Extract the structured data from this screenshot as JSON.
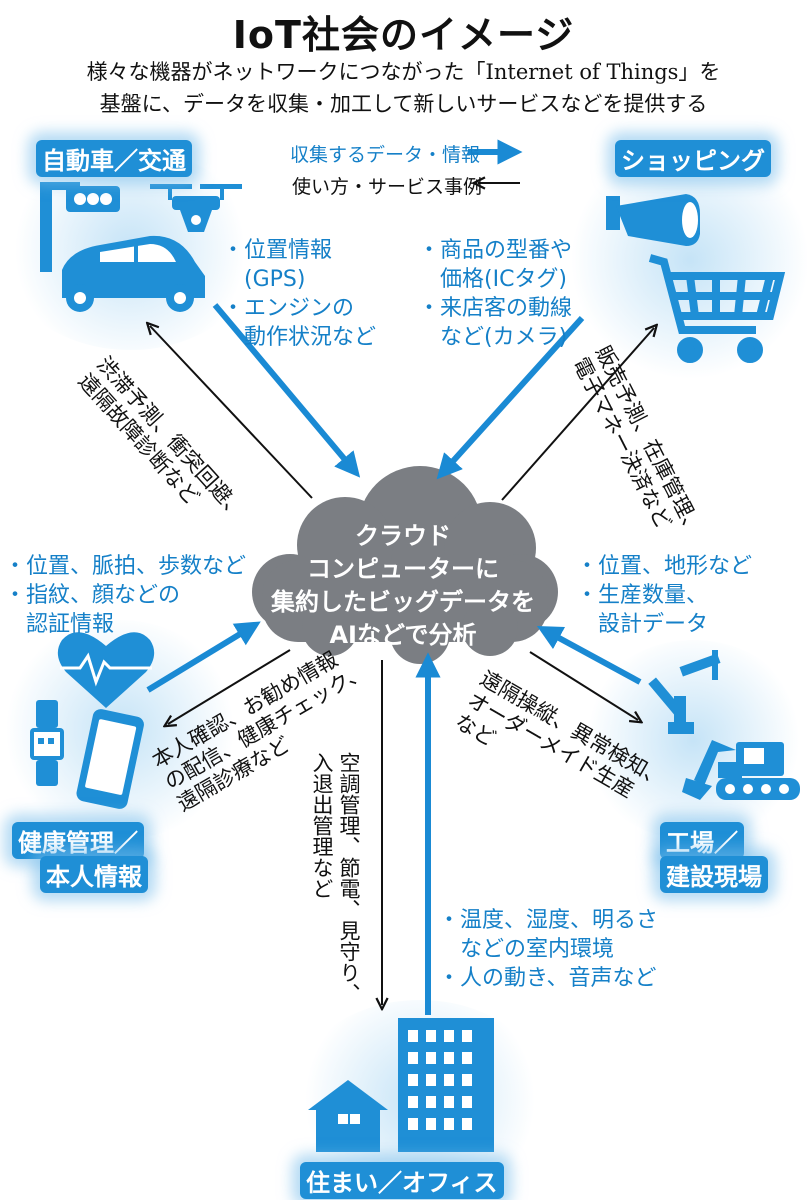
{
  "title": "IoT社会のイメージ",
  "subtitle": {
    "line1": "様々な機器がネットワークにつながった「Internet of Things」を",
    "line2": "基盤に、データを収集・加工して新しいサービスなどを提供する"
  },
  "legend": {
    "collect": "収集するデータ・情報",
    "use": "使い方・サービス事例"
  },
  "cloud": {
    "lines": [
      "クラウド",
      "コンピューターに",
      "集約したビッグデータを",
      "AIなどで分析"
    ]
  },
  "categories": {
    "car": "自動車／交通",
    "shopping": "ショッピング",
    "health_line1": "健康管理／",
    "health_line2": "本人情報",
    "factory_line1": "工場／",
    "factory_line2": "建設現場",
    "home": "住まい／オフィス"
  },
  "collected": {
    "car": [
      "位置情報",
      "(GPS)",
      "エンジンの",
      "動作状況など"
    ],
    "shopping": [
      "商品の型番や",
      "価格(ICタグ)",
      "来店客の動線",
      "など(カメラ)"
    ],
    "health": [
      "位置、脈拍、歩数など",
      "指紋、顔などの",
      "認証情報"
    ],
    "factory": [
      "位置、地形など",
      "生産数量、",
      "設計データ"
    ],
    "home": [
      "温度、湿度、明るさ",
      "などの室内環境",
      "人の動き、音声など"
    ]
  },
  "services": {
    "car": [
      "渋滞予測、衝突回避、",
      "遠隔故障診断など"
    ],
    "shopping": [
      "販売予測、在庫管理、",
      "電子マネー決済など"
    ],
    "health": [
      "本人確認、お勧め情報",
      "の配信、健康チェック、",
      "遠隔診療など"
    ],
    "factory": [
      "遠隔操縦、異常検知、",
      "オーダーメイド生産",
      "など"
    ],
    "home": [
      "空調管理、節電、見守り、",
      "入退出管理など"
    ]
  },
  "colors": {
    "accent": "#1f8fd6",
    "arrow_blue": "#1a8ad4",
    "cloud_gray": "#7b7e83",
    "icon_blue": "#1f8fd6",
    "text_blue": "#1580c8"
  },
  "icons": [
    "traffic-light-icon",
    "drone-icon",
    "car-icon",
    "camera-icon",
    "cart-icon",
    "heart-rate-icon",
    "smartwatch-icon",
    "smartphone-icon",
    "robot-arm-icon",
    "excavator-icon",
    "house-icon",
    "building-icon"
  ]
}
